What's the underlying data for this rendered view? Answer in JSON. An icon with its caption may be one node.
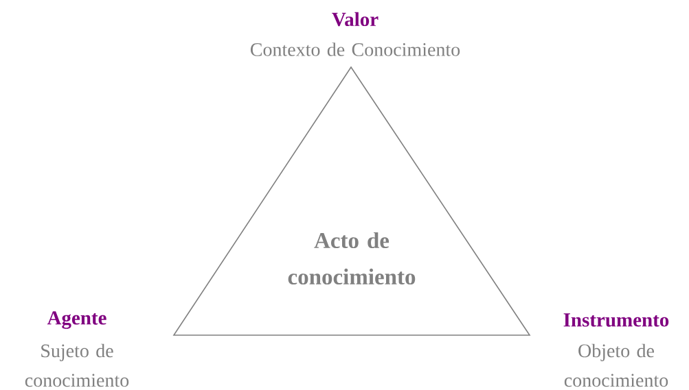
{
  "diagram": {
    "nodes": [
      {
        "text": [
          "Acto de conocimiento"
        ]
      }
    ],
    "labels": [
      "Valor",
      "Contexto de Conocimiento",
      "Agente",
      "Sujeto de conocimiento",
      "Instrumento",
      "Objeto de conocimiento"
    ]
  }
}
